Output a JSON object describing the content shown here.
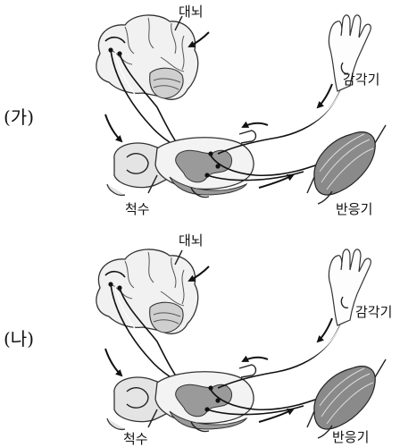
{
  "panels": [
    {
      "label": "(가)",
      "brain_label": "대뇌",
      "receptor_label": "감각기",
      "spinal_cord_label": "척수",
      "effector_label": "반응기"
    },
    {
      "label": "(나)",
      "brain_label": "대뇌",
      "receptor_label": "감각기",
      "spinal_cord_label": "척수",
      "effector_label": "반응기"
    }
  ],
  "icons": [
    "brain-icon",
    "hand-icon",
    "muscle-icon",
    "spinal-cord-icon"
  ]
}
